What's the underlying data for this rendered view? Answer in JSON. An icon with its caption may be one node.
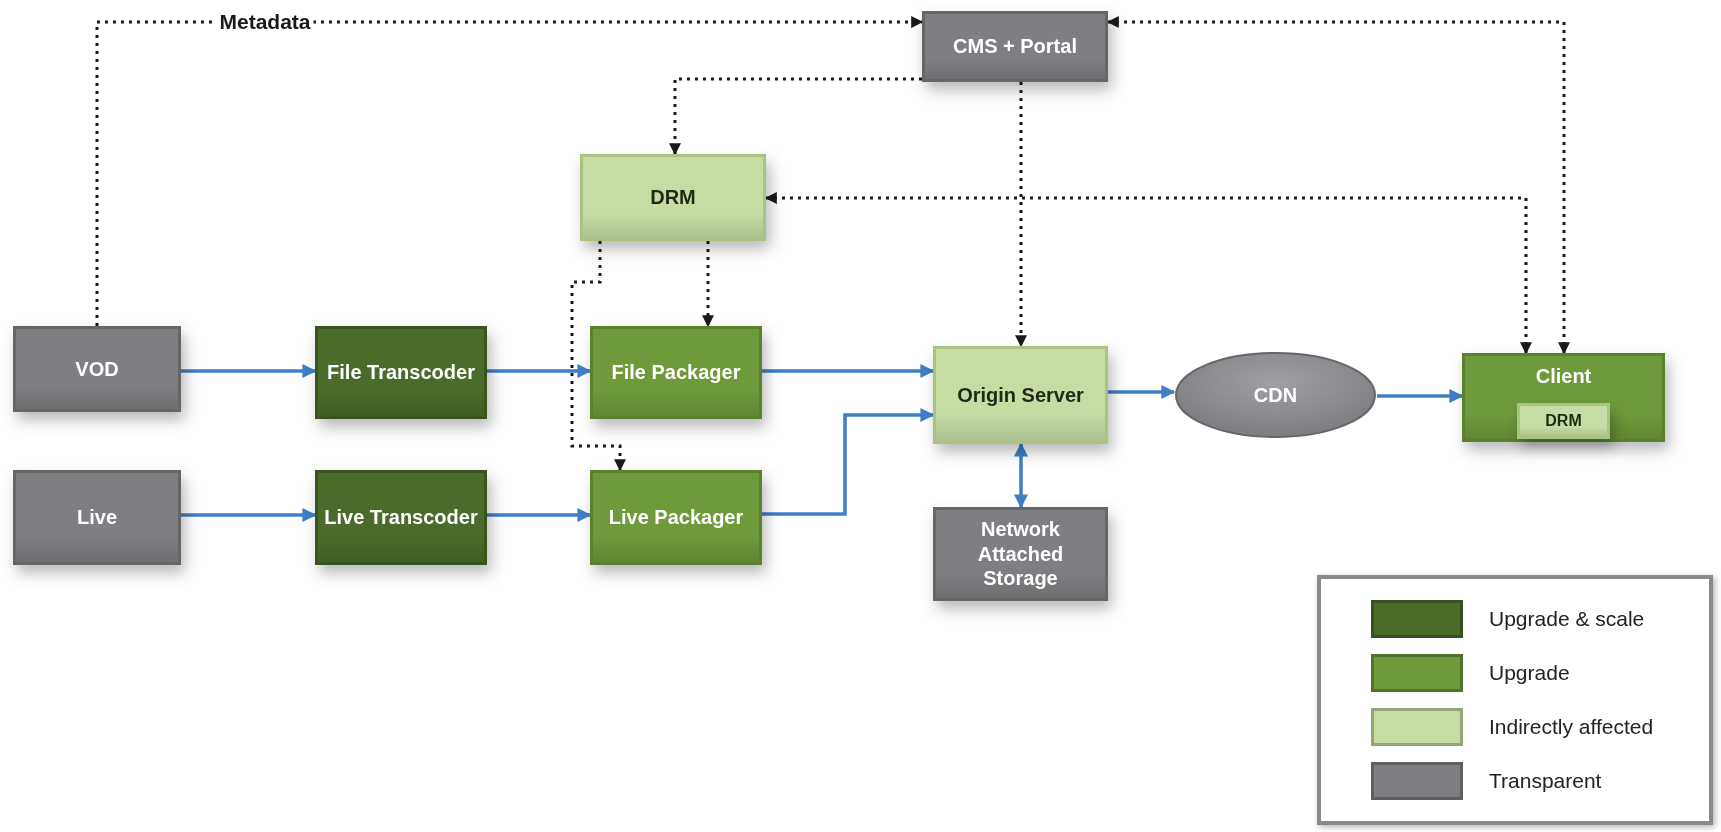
{
  "diagram": {
    "nodes": [
      {
        "text": [
          "CMS + Portal"
        ]
      },
      {
        "text": [
          "DRM"
        ]
      },
      {
        "text": [
          "VOD"
        ]
      },
      {
        "text": [
          "File Transcoder"
        ]
      },
      {
        "text": [
          "File Packager"
        ]
      },
      {
        "text": [
          "Origin Server"
        ]
      },
      {
        "text": [
          "CDN"
        ]
      },
      {
        "text": [
          "Client"
        ]
      },
      {
        "text": [
          "DRM"
        ],
        "in": 7
      },
      {
        "text": [
          "Live"
        ]
      },
      {
        "text": [
          "Live Transcoder"
        ]
      },
      {
        "text": [
          "Live Packager"
        ]
      },
      {
        "text": [
          "Network Attached Storage"
        ]
      }
    ],
    "edges": [
      {
        "from": 2,
        "to": 0,
        "arrow": "to",
        "label": "Metadata",
        "style": "dashed",
        "color": "#1a1a1a"
      },
      {
        "from": 0,
        "to": 1,
        "arrow": "to",
        "style": "dashed",
        "color": "#1a1a1a"
      },
      {
        "from": 0,
        "to": 5,
        "arrow": "to",
        "style": "dashed",
        "color": "#1a1a1a"
      },
      {
        "from": 0,
        "to": 7,
        "arrow": "both",
        "style": "dashed",
        "color": "#1a1a1a"
      },
      {
        "from": 1,
        "to": 7,
        "arrow": "both",
        "style": "dashed",
        "color": "#1a1a1a"
      },
      {
        "from": 1,
        "to": 4,
        "arrow": "to",
        "style": "dashed",
        "color": "#1a1a1a"
      },
      {
        "from": 1,
        "to": 11,
        "arrow": "to",
        "style": "dashed",
        "color": "#1a1a1a"
      },
      {
        "from": 2,
        "to": 3,
        "arrow": "to"
      },
      {
        "from": 3,
        "to": 4,
        "arrow": "to"
      },
      {
        "from": 4,
        "to": 5,
        "arrow": "to"
      },
      {
        "from": 9,
        "to": 10,
        "arrow": "to"
      },
      {
        "from": 10,
        "to": 11,
        "arrow": "to"
      },
      {
        "from": 11,
        "to": 5,
        "arrow": "to"
      },
      {
        "from": 5,
        "to": 6,
        "arrow": "to"
      },
      {
        "from": 6,
        "to": 7,
        "arrow": "to"
      },
      {
        "from": 5,
        "to": 12,
        "arrow": "both"
      }
    ],
    "legend": [
      {
        "text": "Upgrade & scale",
        "color": "#4b6b2a"
      },
      {
        "text": "Upgrade",
        "color": "#6f9a3b"
      },
      {
        "text": "Indirectly affected",
        "color": "#c6dca2"
      },
      {
        "text": "Transparent",
        "color": "#7e7f82"
      }
    ]
  }
}
